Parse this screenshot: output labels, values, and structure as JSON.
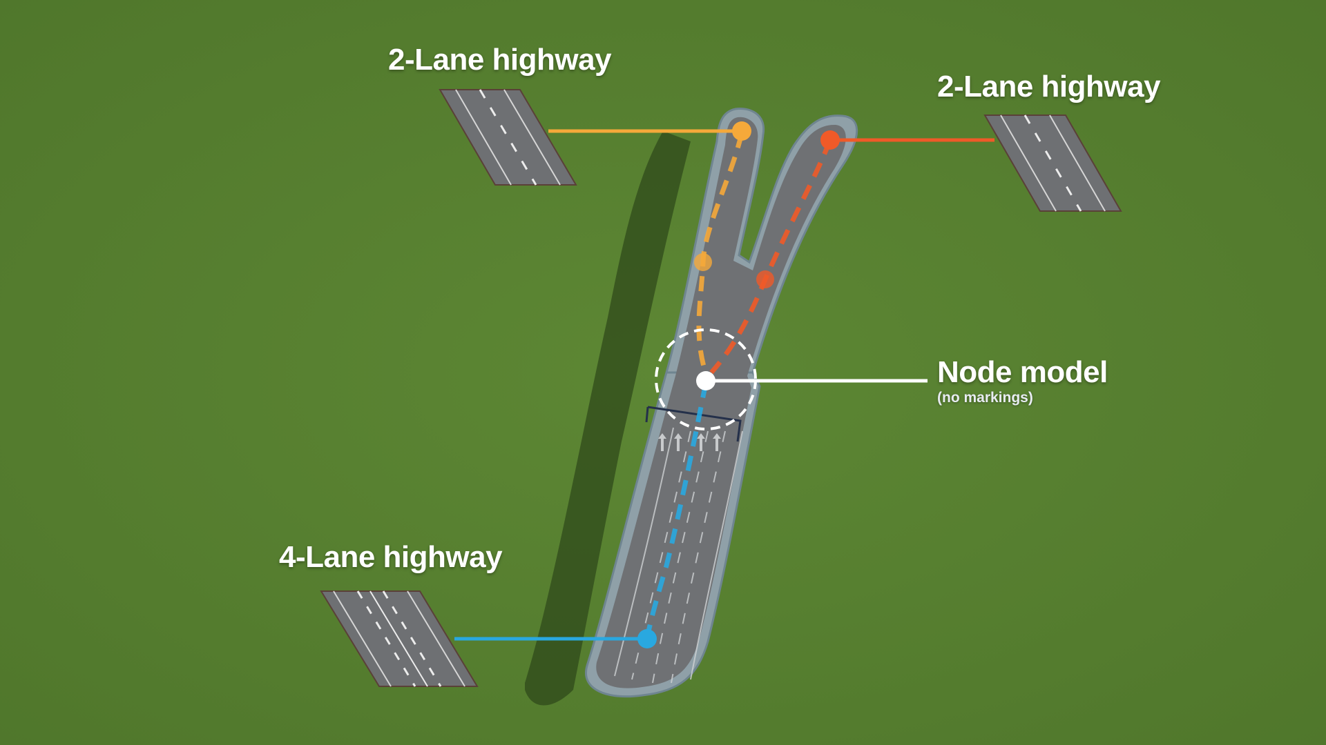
{
  "labels": {
    "top_left_road": "2-Lane highway",
    "top_right_road": "2-Lane highway",
    "bottom_road": "4-Lane highway",
    "node_title": "Node model",
    "node_note": "(no markings)"
  },
  "colors": {
    "grass": "#587f31",
    "asphalt": "#6f7174",
    "left_branch_path": "#f5a93a",
    "right_branch_path": "#f05a28",
    "main_path": "#29a8e0",
    "node": "#ffffff"
  },
  "icons": {
    "node_marker": "white-dot-in-dashed-circle",
    "road_previews": "road-tile"
  }
}
